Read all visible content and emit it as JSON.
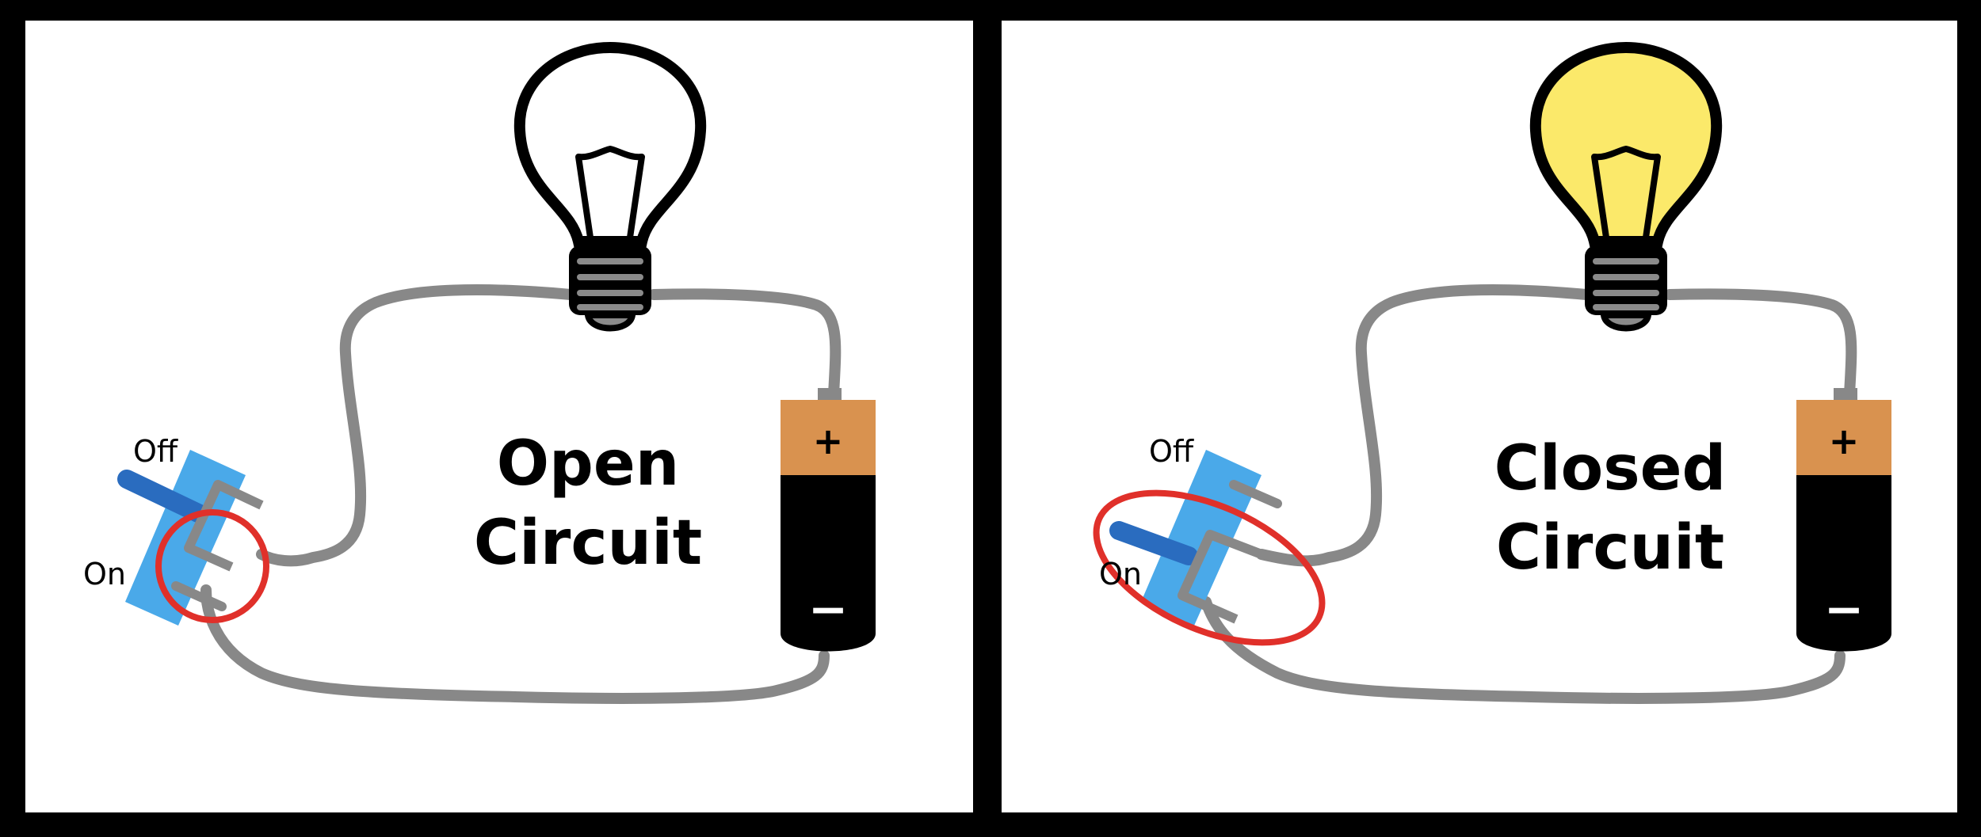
{
  "panels": [
    {
      "id": "open",
      "title_line1": "Open",
      "title_line2": "Circuit",
      "switch_off_label": "Off",
      "switch_on_label": "On",
      "battery_plus": "+",
      "battery_minus": "−",
      "bulb_lit": false
    },
    {
      "id": "closed",
      "title_line1": "Closed",
      "title_line2": "Circuit",
      "switch_off_label": "Off",
      "switch_on_label": "On",
      "battery_plus": "+",
      "battery_minus": "−",
      "bulb_lit": true
    }
  ],
  "colors": {
    "frame": "#000000",
    "panel_bg": "#ffffff",
    "wire": "#888888",
    "bulb_off": "#ffffff",
    "bulb_on": "#fbe96a",
    "battery_top": "#d9924f",
    "battery_body": "#000000",
    "switch_body": "#4aa9e9",
    "switch_lever": "#2a6cbf",
    "highlight": "#e0302a"
  }
}
